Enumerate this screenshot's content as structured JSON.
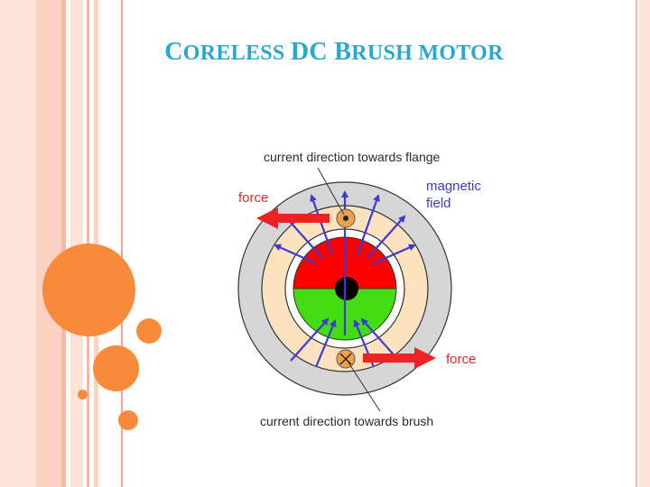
{
  "slide": {
    "title_parts": [
      {
        "text": "C",
        "cap": true
      },
      {
        "text": "ORELESS ",
        "cap": false
      },
      {
        "text": "DC B",
        "cap": true
      },
      {
        "text": "RUSH MOTOR",
        "cap": false
      }
    ],
    "accent_color": "#2aa7cf",
    "decoration_color": "#f98a3b"
  },
  "diagram": {
    "label_current_flange": "current direction towards flange",
    "label_current_brush": "current direction towards brush",
    "label_force_top": "force",
    "label_force_bottom": "force",
    "label_magnetic_line1": "magnetic",
    "label_magnetic_line2": "field",
    "colors": {
      "outer_ring": "#d6d6d6",
      "coil_ring": "#fde2c0",
      "rotor_top": "#ff0000",
      "rotor_bottom": "#44dd11",
      "shaft": "#000000",
      "field_arrows": "#3b3bd6",
      "force_arrows": "#ee2222",
      "conductor": "#f0a24a"
    }
  }
}
